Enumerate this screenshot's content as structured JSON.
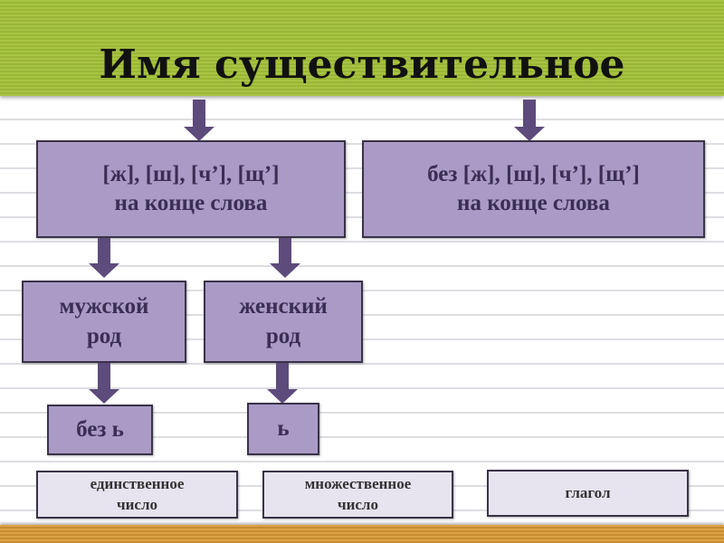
{
  "title": "Имя существительное",
  "boxes": {
    "hissing_end": "[ж], [ш], [ч’], [щ’]\nна конце слова",
    "no_hissing_end": "без [ж], [ш], [ч’], [щ’]\nна конце слова",
    "masculine": "мужской\nрод",
    "feminine": "женский\nрод",
    "no_soft_sign": "без ь",
    "soft_sign": "ь"
  },
  "options": {
    "singular": "единственное\nчисло",
    "plural": "множественное\nчисло",
    "verb": "глагол"
  },
  "colors": {
    "header": "#a9c443",
    "box": "#a99bc6",
    "arrow": "#5d4b7c",
    "option_box": "#e7e3ef",
    "footer": "#dba348"
  }
}
